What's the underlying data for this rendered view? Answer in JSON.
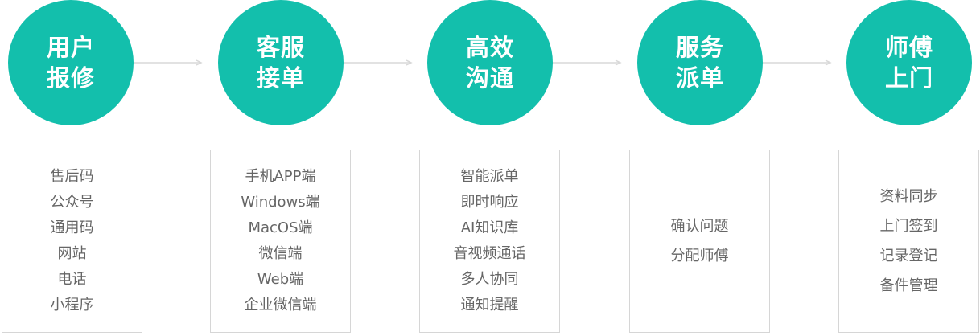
{
  "stages": [
    {
      "title_line1": "用户",
      "title_line2": "报修",
      "items": [
        "售后码",
        "公众号",
        "通用码",
        "网站",
        "电话",
        "小程序"
      ]
    },
    {
      "title_line1": "客服",
      "title_line2": "接单",
      "items": [
        "手机APP端",
        "Windows端",
        "MacOS端",
        "微信端",
        "Web端",
        "企业微信端"
      ]
    },
    {
      "title_line1": "高效",
      "title_line2": "沟通",
      "items": [
        "智能派单",
        "即时响应",
        "AI知识库",
        "音视频通话",
        "多人协同",
        "通知提醒"
      ]
    },
    {
      "title_line1": "服务",
      "title_line2": "派单",
      "items": [
        "确认问题",
        "分配师傅"
      ]
    },
    {
      "title_line1": "师傅",
      "title_line2": "上门",
      "items": [
        "资料同步",
        "上门签到",
        "记录登记",
        "备件管理"
      ]
    }
  ],
  "colors": {
    "circle": "#13bfac",
    "card_border": "#d6d6d6",
    "card_text": "#666666",
    "arrow": "#d8d8d8"
  }
}
